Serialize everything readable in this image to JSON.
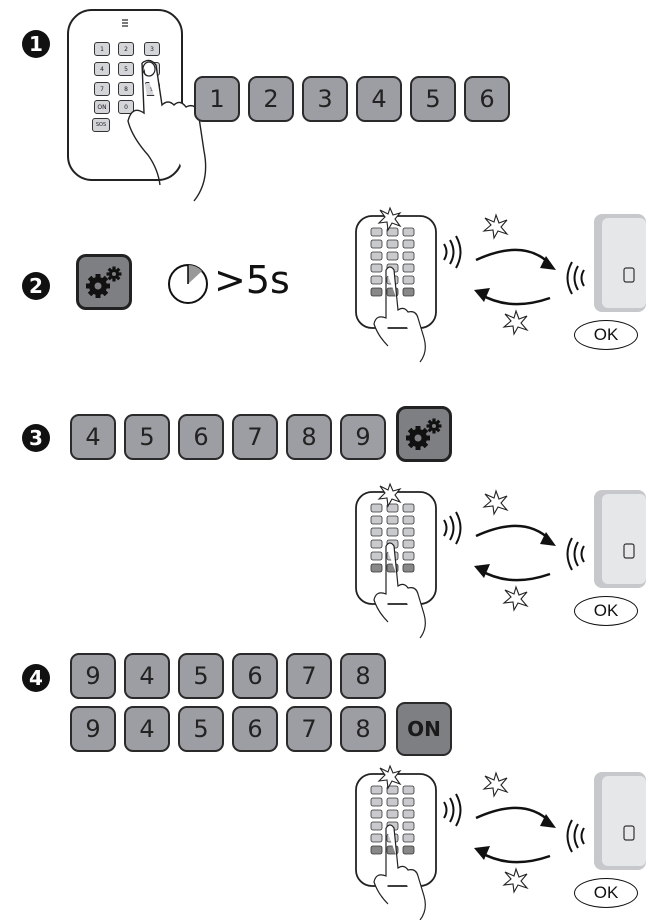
{
  "steps": [
    "1",
    "2",
    "3",
    "4"
  ],
  "step1": {
    "code_keys": [
      "1",
      "2",
      "3",
      "4",
      "5",
      "6"
    ]
  },
  "step2": {
    "hold_time": ">5s"
  },
  "step3": {
    "code_keys": [
      "4",
      "5",
      "6",
      "7",
      "8",
      "9"
    ]
  },
  "step4": {
    "row1_keys": [
      "9",
      "4",
      "5",
      "6",
      "7",
      "8"
    ],
    "row2_keys": [
      "9",
      "4",
      "5",
      "6",
      "7",
      "8"
    ],
    "on_key": "ON"
  },
  "confirmation": "OK",
  "remote_keypad_labels": [
    "1",
    "2",
    "3",
    "4",
    "5",
    "6",
    "7",
    "8",
    "9",
    "ON",
    "0",
    "SOS"
  ],
  "icons": [
    "hand-pointer-icon",
    "gear-icon",
    "timer-icon",
    "signal-waves-icon",
    "flash-icon",
    "arrow-icon",
    "siren-device-icon"
  ],
  "colors": {
    "key_fill": "#9c9ea3",
    "gear_key_fill": "#7d7f83",
    "outline": "#222222"
  }
}
